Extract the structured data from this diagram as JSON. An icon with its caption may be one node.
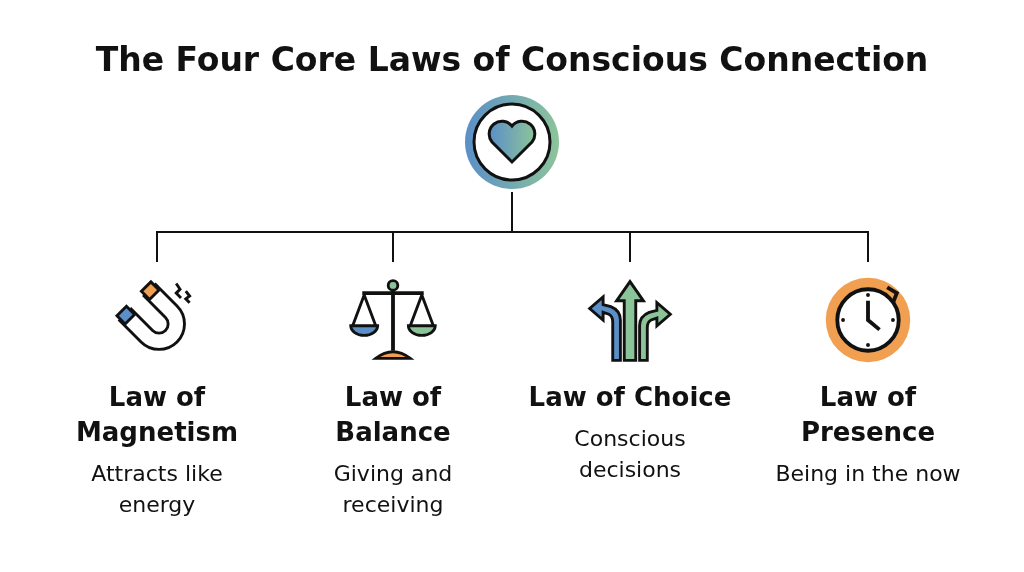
{
  "diagram": {
    "title": "The Four Core Laws of Conscious Connection",
    "nodes": [
      {
        "text": [],
        "shape": "circle"
      },
      {
        "text": [
          "Law of Magnetism",
          "Attracts like energy"
        ]
      },
      {
        "text": [
          "Law of Balance",
          "Giving and receiving"
        ]
      },
      {
        "text": [
          "Law of Choice",
          "Conscious decisions"
        ]
      },
      {
        "text": [
          "Law of Presence",
          "Being in the now"
        ]
      }
    ],
    "edges": [
      {
        "from": 0,
        "to": 1,
        "arrow": "none"
      },
      {
        "from": 0,
        "to": 2,
        "arrow": "none"
      },
      {
        "from": 0,
        "to": 3,
        "arrow": "none"
      },
      {
        "from": 0,
        "to": 4,
        "arrow": "none"
      }
    ]
  }
}
